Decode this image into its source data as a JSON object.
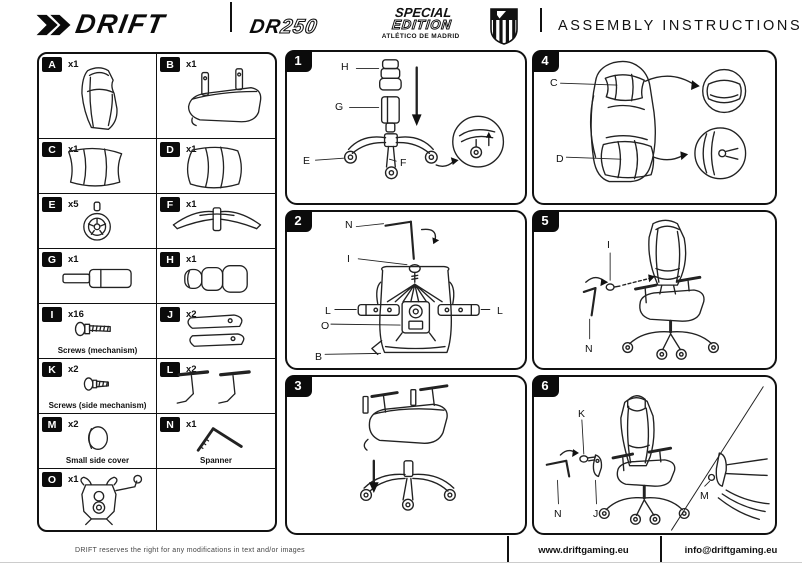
{
  "header": {
    "brand": "DRIFT",
    "model_solid": "DR",
    "model_outline": "250",
    "edition_line1": "SPECIAL",
    "edition_line2": "EDITION",
    "edition_sub": "ATLÉTICO DE MADRID",
    "crest_icon": "atletico-madrid-crest",
    "title": "ASSEMBLY INSTRUCTIONS"
  },
  "parts": [
    {
      "id": "A",
      "qty": "x1",
      "item": "backrest"
    },
    {
      "id": "B",
      "qty": "x1",
      "item": "seat-base"
    },
    {
      "id": "C",
      "qty": "x1",
      "item": "neck-pillow"
    },
    {
      "id": "D",
      "qty": "x1",
      "item": "lumbar-cushion"
    },
    {
      "id": "E",
      "qty": "x5",
      "item": "caster-wheel"
    },
    {
      "id": "F",
      "qty": "x1",
      "item": "five-star-base"
    },
    {
      "id": "G",
      "qty": "x1",
      "item": "gas-lift"
    },
    {
      "id": "H",
      "qty": "x1",
      "item": "gas-lift-cover"
    },
    {
      "id": "I",
      "qty": "x16",
      "caption": "Screws (mechanism)",
      "item": "screw-mechanism"
    },
    {
      "id": "J",
      "qty": "x2",
      "item": "side-cover"
    },
    {
      "id": "K",
      "qty": "x2",
      "caption": "Screws (side mechanism)",
      "item": "screw-side-mechanism"
    },
    {
      "id": "L",
      "qty": "x2",
      "item": "armrest"
    },
    {
      "id": "M",
      "qty": "x2",
      "caption": "Small side cover",
      "item": "small-side-cover"
    },
    {
      "id": "N",
      "qty": "x1",
      "caption": "Spanner",
      "item": "spanner"
    },
    {
      "id": "O",
      "qty": "x1",
      "item": "mechanism"
    }
  ],
  "steps": [
    {
      "num": "1",
      "callouts": [
        "H",
        "G",
        "E",
        "F"
      ]
    },
    {
      "num": "2",
      "callouts": [
        "N",
        "I",
        "L",
        "L",
        "O",
        "B"
      ]
    },
    {
      "num": "3",
      "callouts": []
    },
    {
      "num": "4",
      "callouts": [
        "C",
        "D"
      ]
    },
    {
      "num": "5",
      "callouts": [
        "I",
        "N"
      ]
    },
    {
      "num": "6",
      "callouts": [
        "K",
        "N",
        "J",
        "M"
      ]
    }
  ],
  "footer": {
    "disclaimer": "DRIFT reserves the right for any modifications in text and/or images",
    "website": "www.driftgaming.eu",
    "email": "info@driftgaming.eu"
  }
}
